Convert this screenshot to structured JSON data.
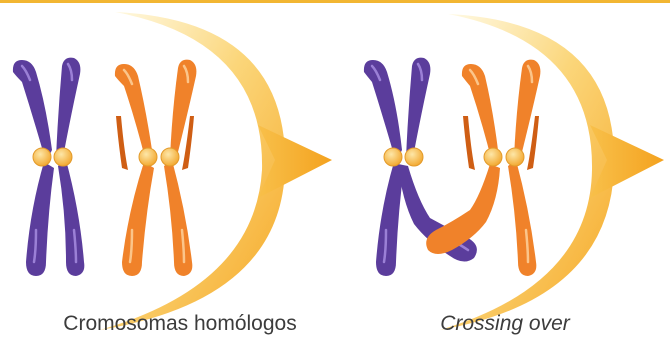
{
  "panels": [
    {
      "caption": "Cromosomas homólogos",
      "caption_style": "normal"
    },
    {
      "caption": "Crossing over",
      "caption_style": "italic"
    }
  ],
  "colors": {
    "chromosome_a": "#5b3d9c",
    "chromosome_a_highlight": "#8c6cc8",
    "chromosome_b": "#f0822a",
    "chromosome_b_highlight": "#f7b06a",
    "centromere": "#f4b13e",
    "arrow_gradient_start": "#fde9a8",
    "arrow_gradient_end": "#f5a623",
    "caption_text": "#3c3c3c"
  },
  "icons": [
    "chromosome-icon",
    "centromere-icon",
    "curved-arrow-icon"
  ]
}
